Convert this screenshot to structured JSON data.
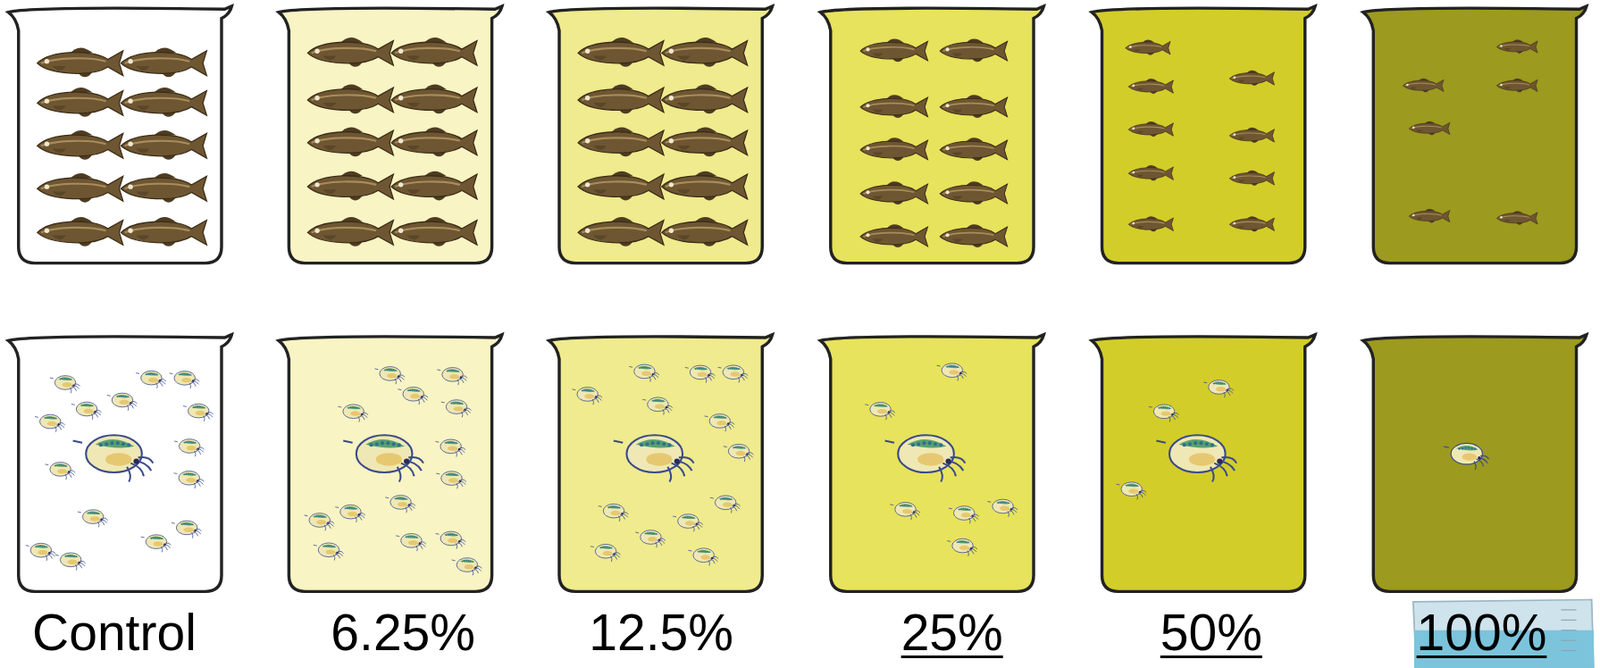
{
  "diagram": {
    "labels": [
      "Control",
      "6.25%",
      "12.5%",
      "25%",
      "50%",
      "100%"
    ]
  }
}
